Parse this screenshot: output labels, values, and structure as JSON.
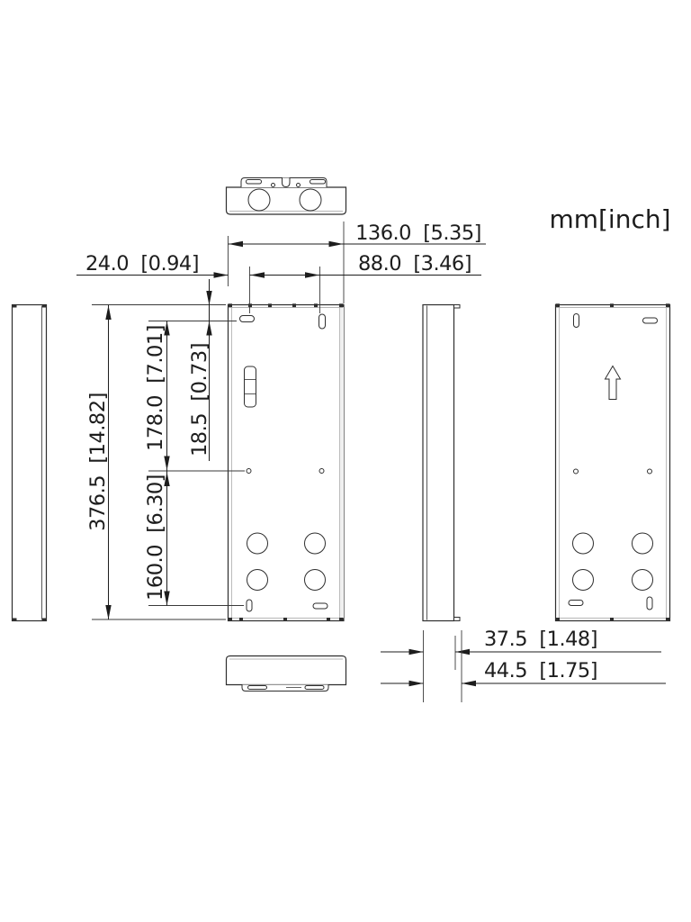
{
  "title": {
    "units_label": "mm[inch]"
  },
  "colors": {
    "line": "#2e2e2e",
    "dimension_line": "#1d1d1d",
    "light_edge": "#b5b5b5",
    "background": "#ffffff"
  },
  "dimensions": {
    "total_width": {
      "mm": "136.0",
      "inch": "5.35",
      "label": "136.0  [5.35]"
    },
    "hole_spacing_horizontal": {
      "mm": "88.0",
      "inch": "3.46",
      "label": "88.0  [3.46]"
    },
    "edge_to_hole_horizontal": {
      "mm": "24.0",
      "inch": "0.94",
      "label": "24.0  [0.94]"
    },
    "total_height": {
      "mm": "376.5",
      "inch": "14.82",
      "label": "376.5  [14.82]"
    },
    "top_hole_to_mid_hole": {
      "mm": "178.0",
      "inch": "7.01",
      "label": "178.0  [7.01]"
    },
    "top_edge_to_hole": {
      "mm": "18.5",
      "inch": "0.73",
      "label": "18.5  [0.73]"
    },
    "mid_hole_to_bottom_hole": {
      "mm": "160.0",
      "inch": "6.30",
      "label": "160.0  [6.30]"
    },
    "body_depth": {
      "mm": "37.5",
      "inch": "1.48",
      "label": "37.5  [1.48]"
    },
    "total_depth": {
      "mm": "44.5",
      "inch": "1.75",
      "label": "44.5  [1.75]"
    }
  }
}
